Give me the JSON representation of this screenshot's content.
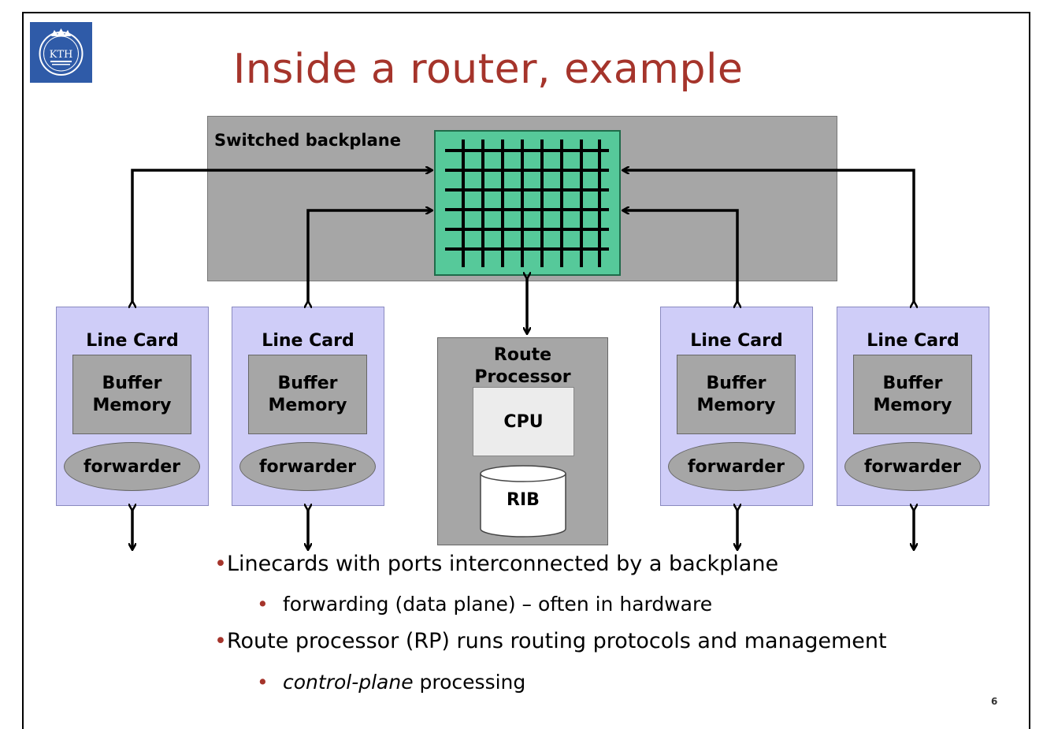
{
  "slide": {
    "title": "Inside a router, example",
    "page_number": "6",
    "logo_text": "KTH"
  },
  "diagram": {
    "backplane_label": "Switched backplane",
    "line_cards": [
      {
        "title": "Line Card",
        "buffer_line1": "Buffer",
        "buffer_line2": "Memory",
        "forwarder": "forwarder"
      },
      {
        "title": "Line Card",
        "buffer_line1": "Buffer",
        "buffer_line2": "Memory",
        "forwarder": "forwarder"
      },
      {
        "title": "Line Card",
        "buffer_line1": "Buffer",
        "buffer_line2": "Memory",
        "forwarder": "forwarder"
      },
      {
        "title": "Line Card",
        "buffer_line1": "Buffer",
        "buffer_line2": "Memory",
        "forwarder": "forwarder"
      }
    ],
    "route_processor": {
      "title_line1": "Route",
      "title_line2": "Processor",
      "cpu": "CPU",
      "rib": "RIB"
    },
    "colors": {
      "title": "#a5342b",
      "switch_fabric": "#56c99a",
      "line_card": "#cfcdf8",
      "gray_box": "#a6a6a6",
      "logo": "#2f5ba8"
    }
  },
  "bullets": [
    {
      "marker": "•",
      "text": "Linecards with ports interconnected by a backplane"
    },
    {
      "marker": "•",
      "text": "forwarding (data plane) – often in hardware"
    },
    {
      "marker": "•",
      "text": "Route processor (RP) runs routing protocols and management"
    },
    {
      "marker": "•",
      "text_italic": "control-plane",
      "text": " processing"
    }
  ]
}
